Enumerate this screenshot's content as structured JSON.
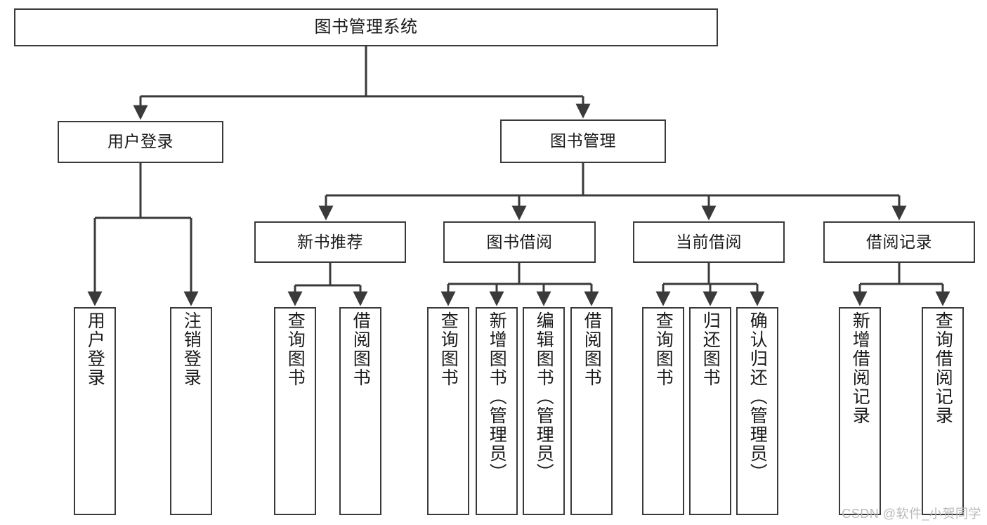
{
  "diagram": {
    "title": "图书管理系统",
    "type": "tree",
    "stroke_color": "#3a3a3a",
    "background_color": "#ffffff",
    "text_color": "#1a1a1a"
  },
  "nodes": {
    "root": {
      "label": "图书管理系统"
    },
    "level2": [
      {
        "id": "user-login",
        "label": "用户登录"
      },
      {
        "id": "book-manage",
        "label": "图书管理"
      }
    ],
    "level3": [
      {
        "id": "new-book-recommend",
        "label": "新书推荐"
      },
      {
        "id": "book-borrow",
        "label": "图书借阅"
      },
      {
        "id": "current-borrow",
        "label": "当前借阅"
      },
      {
        "id": "borrow-record",
        "label": "借阅记录"
      }
    ],
    "leaves": {
      "user_login": [
        {
          "id": "leaf-user-login",
          "label": "用户登录"
        },
        {
          "id": "leaf-logout-login",
          "label": "注销登录"
        }
      ],
      "new_book_recommend": [
        {
          "id": "leaf-query-book-1",
          "label": "查询图书"
        },
        {
          "id": "leaf-borrow-book-1",
          "label": "借阅图书"
        }
      ],
      "book_borrow": [
        {
          "id": "leaf-query-book-2",
          "label": "查询图书"
        },
        {
          "id": "leaf-add-book",
          "label": "新增图书（管理员）"
        },
        {
          "id": "leaf-edit-book",
          "label": "编辑图书（管理员）"
        },
        {
          "id": "leaf-borrow-book-2",
          "label": "借阅图书"
        }
      ],
      "current_borrow": [
        {
          "id": "leaf-query-book-3",
          "label": "查询图书"
        },
        {
          "id": "leaf-return-book",
          "label": "归还图书"
        },
        {
          "id": "leaf-confirm-return",
          "label": "确认归还（管理员）"
        }
      ],
      "borrow_record": [
        {
          "id": "leaf-add-record",
          "label": "新增借阅记录"
        },
        {
          "id": "leaf-query-record",
          "label": "查询借阅记录"
        }
      ]
    }
  },
  "watermark": {
    "text": "CSDN @软件_小贺同学"
  }
}
